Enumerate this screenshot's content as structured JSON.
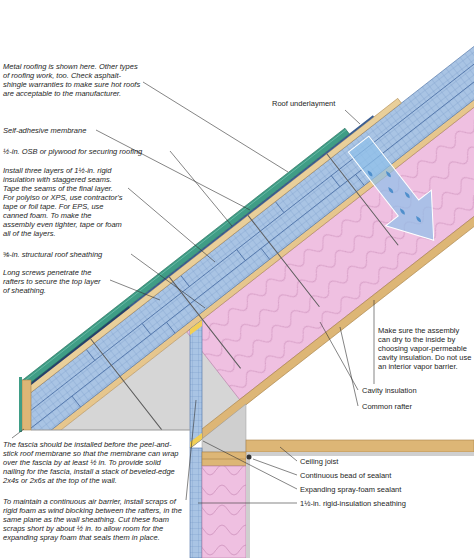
{
  "diagram": {
    "labels": [
      "Roof underlayment",
      "Metal roofing is shown here. Other types of roofing work, too. Check asphalt-shingle warranties to make sure hot roofs are acceptable to the manufacturer.",
      "Self-adhesive membrane",
      "½-in. OSB or plywood for securing roofing",
      "Install three layers of 1½-in. rigid insulation with staggered seams. Tape the seams of the final layer. For polyiso or XPS, use contractor's tape or foil tape. For EPS, use canned foam. To make the assembly even tighter, tape or foam all of the layers.",
      "Make sure the assembly can dry to the inside by choosing vapor-permeable cavity insulation. Do not use an interior vapor barrier.",
      "⅝-in. structural roof sheathing",
      "Long screws penetrate the rafters to secure the top layer of sheathing.",
      "Cavity insulation",
      "Common rafter",
      "Ceiling joist",
      "Continuous bead of sealant",
      "Expanding spray-foam sealant",
      "1½-in. rigid-insulation sheathing",
      "The fascia should be installed before the peel-and-stick roof membrane so that the membrane can wrap over the fascia by at least ½ in. To provide solid nailing for the fascia, install a stack of beveled-edge 2x4s or 2x6s at the top of the wall.",
      "To maintain a continuous air barrier, install scraps of rigid foam as wind blocking between the rafters, in the same plane as the wall sheathing. Cut these foam scraps short by about ½ in. to allow room for the expanding spray foam that seals them in place."
    ]
  }
}
